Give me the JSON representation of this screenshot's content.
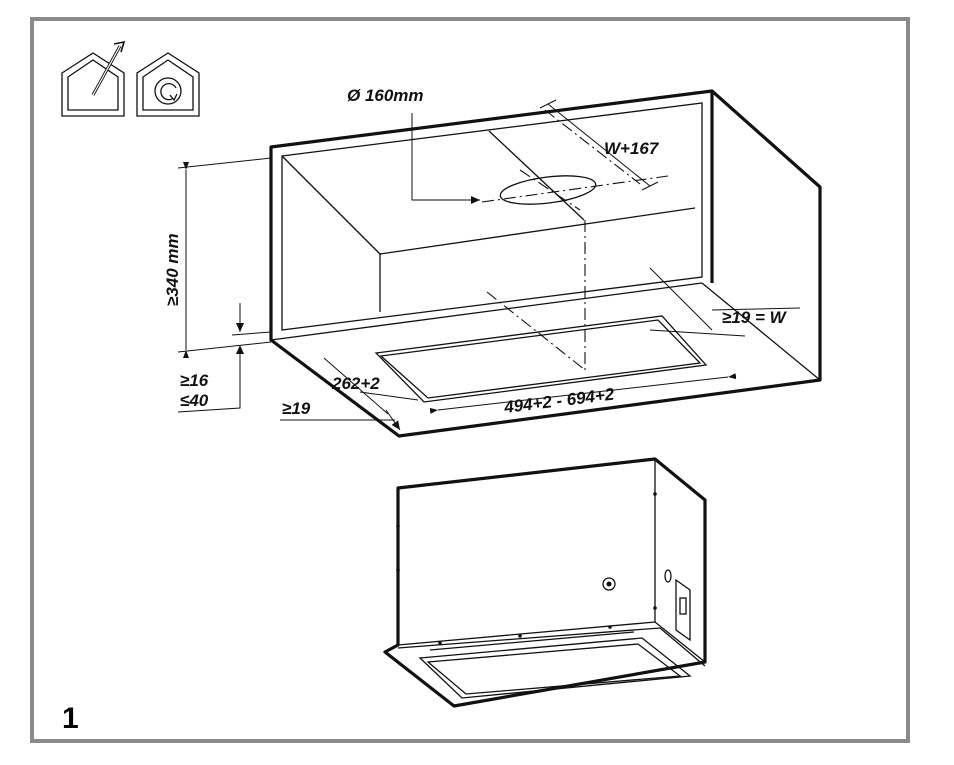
{
  "figure_number": "1",
  "icons": [
    "house-exhaust-outlet-icon",
    "house-recirculation-icon"
  ],
  "dimensions": {
    "duct_diameter": "Ø 160mm",
    "width_offset": "W+167",
    "min_height": "≥340 mm",
    "side_clearance": "≥19 = W",
    "bottom_gap_min": "≥16",
    "bottom_gap_max": "≤40",
    "front_clearance": "≥19",
    "cutout_depth": "262+2",
    "cutout_width": "494+2 - 694+2"
  },
  "colors": {
    "frame": "#8a8a8a",
    "ink": "#111111"
  }
}
